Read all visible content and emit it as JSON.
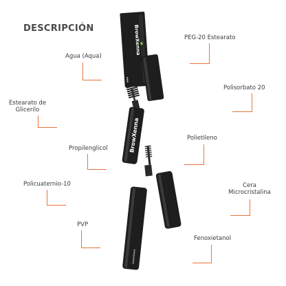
{
  "title": "DESCRIPCIÓN",
  "brand_text": "BrowXenna",
  "ingredients": {
    "agua": "Agua (Aqua)",
    "estearato_glicerilo_1": "Estearato de",
    "estearato_glicerilo_2": "Glicerilo",
    "propilenglicol": "Propilenglicol",
    "policuaternio": "Policuaternio-10",
    "pvp": "PVP",
    "peg": "PEG-20 Estearato",
    "polisorbato": "Polisorbato 20",
    "polietileno": "Polietileno",
    "cera_1": "Cera",
    "cera_2": "Microcristalina",
    "fenoxietanol": "Fenoxietanol"
  },
  "colors": {
    "accent_line": "#e8743a",
    "product_black": "#1e1e1e",
    "brand_green": "#8bc34a"
  }
}
